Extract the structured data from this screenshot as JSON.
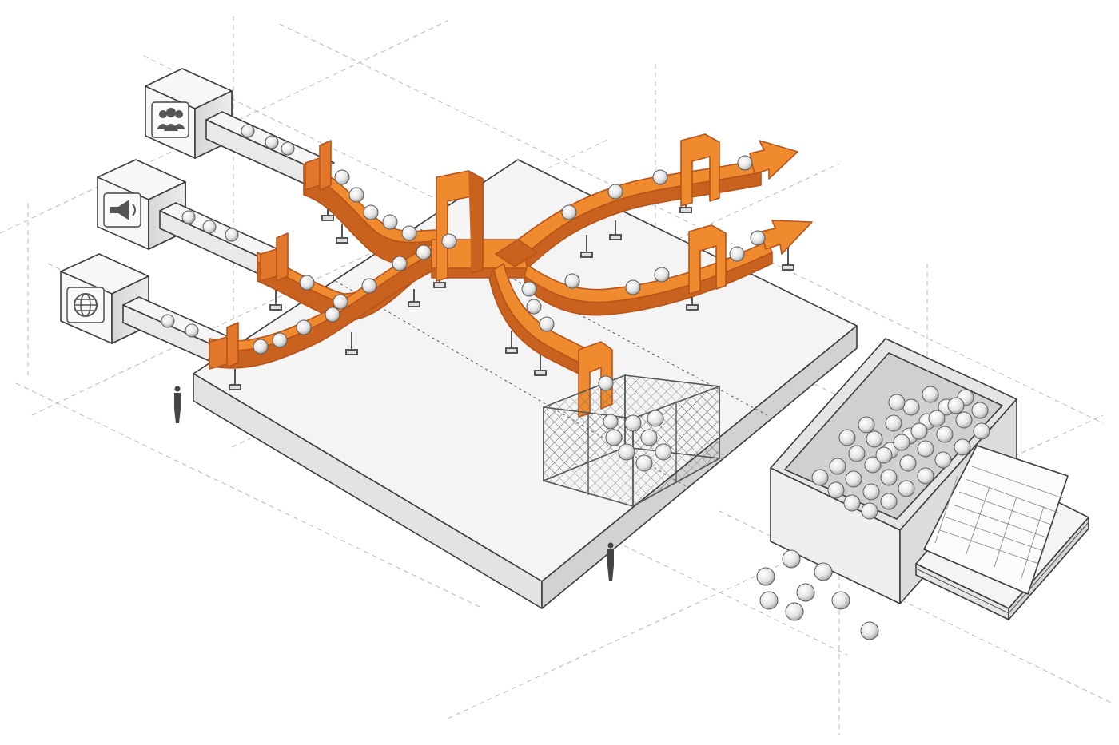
{
  "colors": {
    "pipeline": "#f08a2e",
    "pipeline_dark": "#c9621e",
    "pipeline_light": "#f7a45a",
    "ink": "#3c3c3c",
    "paper": "#ffffff",
    "platform_top": "#f3f3f3",
    "platform_side": "#dcdcdc",
    "ball": "#f2f2f2",
    "ball_shade": "#b5b5b5"
  },
  "sources": [
    {
      "icon": "users-icon"
    },
    {
      "icon": "megaphone-icon"
    },
    {
      "icon": "globe-icon"
    }
  ],
  "outputs": [
    {
      "icon": "arrow-right-icon"
    },
    {
      "icon": "arrow-right-icon"
    }
  ],
  "elements": {
    "reject_cage": "mesh-cage",
    "collection_bin": "open-box",
    "report_stack": "spreadsheet-papers",
    "figures": 2
  }
}
